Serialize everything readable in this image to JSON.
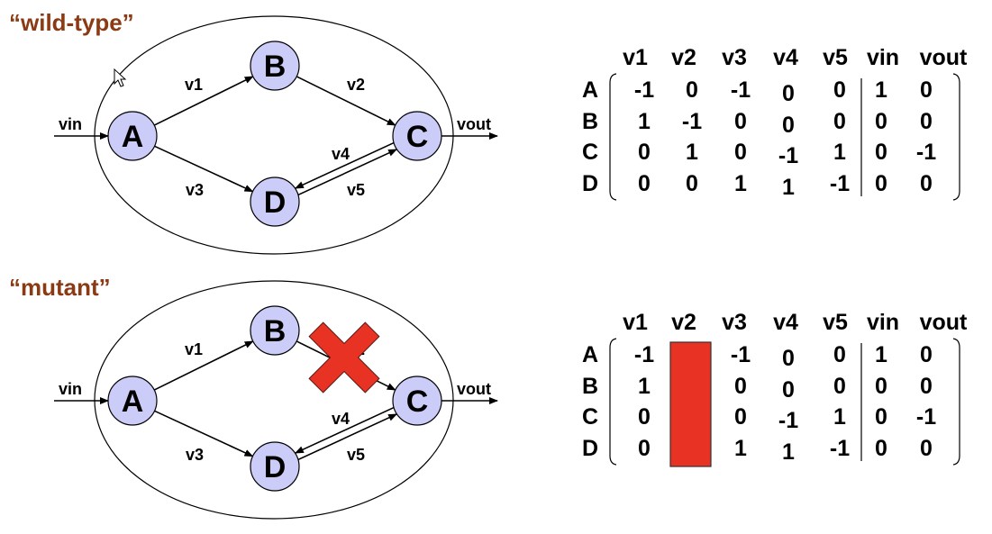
{
  "colors": {
    "title": "#8B3A14",
    "node_fill": "#CCCCF8",
    "stroke": "#000000",
    "knockout": "#E83324"
  },
  "cursor_icon": "mouse-pointer-icon",
  "panels": [
    {
      "id": "wild-type",
      "title": "“wild-type”",
      "network": {
        "nodes": [
          "A",
          "B",
          "C",
          "D"
        ],
        "edges": [
          {
            "name": "vin",
            "from": null,
            "to": "A"
          },
          {
            "name": "v1",
            "from": "A",
            "to": "B"
          },
          {
            "name": "v2",
            "from": "B",
            "to": "C"
          },
          {
            "name": "v3",
            "from": "A",
            "to": "D"
          },
          {
            "name": "v4",
            "from": "C",
            "to": "D"
          },
          {
            "name": "v5",
            "from": "D",
            "to": "C"
          },
          {
            "name": "vout",
            "from": "C",
            "to": null
          }
        ],
        "knocked_out": []
      },
      "matrix": {
        "columns": [
          "v1",
          "v2",
          "v3",
          "v4",
          "v5",
          "vin",
          "vout"
        ],
        "rows": [
          "A",
          "B",
          "C",
          "D"
        ],
        "values": [
          [
            "-1",
            "0",
            "-1",
            "0",
            "0",
            "1",
            "0"
          ],
          [
            "1",
            "-1",
            "0",
            "0",
            "0",
            "0",
            "0"
          ],
          [
            "0",
            "1",
            "0",
            "-1",
            "1",
            "0",
            "-1"
          ],
          [
            "0",
            "0",
            "1",
            "1",
            "-1",
            "0",
            "0"
          ]
        ],
        "masked_columns": []
      }
    },
    {
      "id": "mutant",
      "title": "“mutant”",
      "network": {
        "nodes": [
          "A",
          "B",
          "C",
          "D"
        ],
        "edges": [
          {
            "name": "vin",
            "from": null,
            "to": "A"
          },
          {
            "name": "v1",
            "from": "A",
            "to": "B"
          },
          {
            "name": "v2",
            "from": "B",
            "to": "C"
          },
          {
            "name": "v3",
            "from": "A",
            "to": "D"
          },
          {
            "name": "v4",
            "from": "C",
            "to": "D"
          },
          {
            "name": "v5",
            "from": "D",
            "to": "C"
          },
          {
            "name": "vout",
            "from": "C",
            "to": null
          }
        ],
        "knocked_out": [
          "v2"
        ]
      },
      "matrix": {
        "columns": [
          "v1",
          "v2",
          "v3",
          "v4",
          "v5",
          "vin",
          "vout"
        ],
        "rows": [
          "A",
          "B",
          "C",
          "D"
        ],
        "values": [
          [
            "-1",
            "",
            "-1",
            "0",
            "0",
            "1",
            "0"
          ],
          [
            "1",
            "",
            "0",
            "0",
            "0",
            "0",
            "0"
          ],
          [
            "0",
            "",
            "0",
            "-1",
            "1",
            "0",
            "-1"
          ],
          [
            "0",
            "",
            "1",
            "1",
            "-1",
            "0",
            "0"
          ]
        ],
        "masked_columns": [
          "v2"
        ]
      }
    }
  ]
}
